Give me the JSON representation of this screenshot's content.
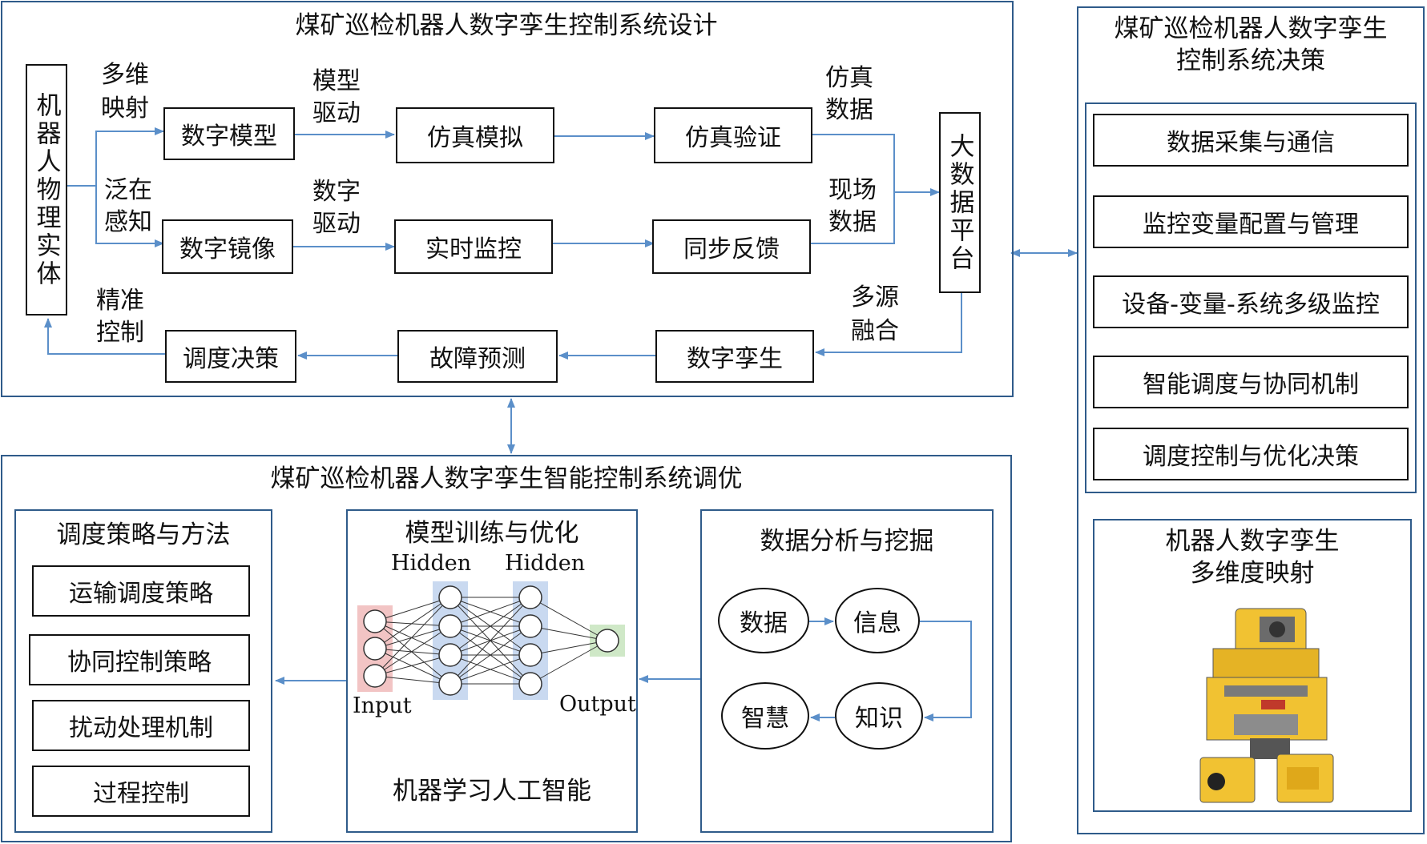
{
  "design": {
    "title": "煤矿巡检机器人数字孪生控制系统设计",
    "entity_label": "机器人物理实体",
    "big_data_label": "大数据平台",
    "boxes": {
      "digital_model": "数字模型",
      "simulation": "仿真模拟",
      "sim_verify": "仿真验证",
      "digital_mirror": "数字镜像",
      "realtime_monitor": "实时监控",
      "sync_feedback": "同步反馈",
      "digital_twin": "数字孪生",
      "fault_predict": "故障预测",
      "dispatch_decision": "调度决策"
    },
    "edge_labels": {
      "multi_dim_1": "多维",
      "multi_dim_2": "映射",
      "pervasive_1": "泛在",
      "pervasive_2": "感知",
      "model_drive_1": "模型",
      "model_drive_2": "驱动",
      "data_drive_1": "数字",
      "data_drive_2": "驱动",
      "sim_data_1": "仿真",
      "sim_data_2": "数据",
      "field_data_1": "现场",
      "field_data_2": "数据",
      "fusion_1": "多源",
      "fusion_2": "融合",
      "precise_1": "精准",
      "precise_2": "控制"
    }
  },
  "decision": {
    "title_line1": "煤矿巡检机器人数字孪生",
    "title_line2": "控制系统决策",
    "items": [
      "数据采集与通信",
      "监控变量配置与管理",
      "设备-变量-系统多级监控",
      "智能调度与协同机制",
      "调度控制与优化决策"
    ],
    "robot_title_line1": "机器人数字孪生",
    "robot_title_line2": "多维度映射"
  },
  "tuning": {
    "title": "煤矿巡检机器人数字孪生智能控制系统调优",
    "strategy": {
      "title": "调度策略与方法",
      "items": [
        "运输调度策略",
        "协同控制策略",
        "扰动处理机制",
        "过程控制"
      ]
    },
    "model": {
      "title": "模型训练与优化",
      "hidden1": "Hidden",
      "hidden2": "Hidden",
      "input": "Input",
      "output": "Output",
      "caption": "机器学习人工智能"
    },
    "analysis": {
      "title": "数据分析与挖掘",
      "data": "数据",
      "info": "信息",
      "knowledge": "知识",
      "wisdom": "智慧"
    }
  },
  "colors": {
    "panel_border": "#2f5b8a",
    "arrow": "#5b8fc9",
    "nn_input": "#f2c4c4",
    "nn_hidden": "#c9d9f0",
    "nn_output": "#cfe8c7",
    "robot_yellow": "#f1c232"
  }
}
